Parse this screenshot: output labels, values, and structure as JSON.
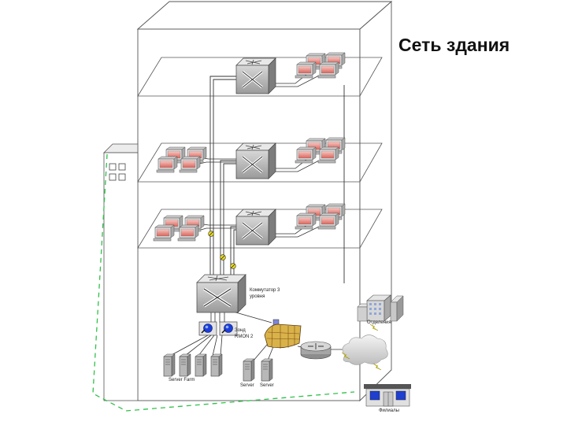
{
  "title": "Сеть здания",
  "labels": {
    "l3_switch": "Коммутатор 3 уровня",
    "rmon_zone": "Зонд RMON 2",
    "server_farm": "Server Farm",
    "server1": "Server",
    "server2": "Server",
    "branch": "Отделения",
    "home": "Филиалы"
  }
}
